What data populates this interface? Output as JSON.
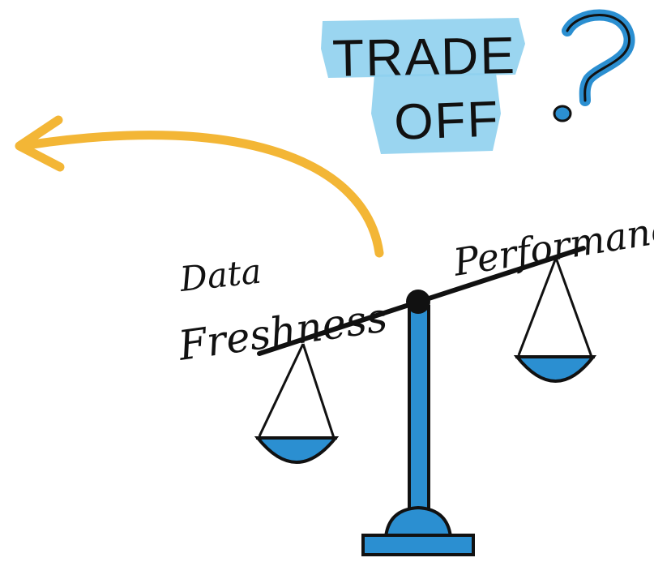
{
  "title": {
    "line1": "TRADE",
    "line2": "OFF",
    "question_mark": "?"
  },
  "labels": {
    "left_top": "Data",
    "left_bottom": "Freshness",
    "right": "Performance"
  },
  "colors": {
    "highlight_blue": "#8fd0ee",
    "fill_blue": "#2b8fd1",
    "arrow_yellow": "#f3b636",
    "ink": "#111111"
  },
  "icons": {
    "arrow": "curved-arrow-icon",
    "scale": "balance-scale-icon"
  }
}
